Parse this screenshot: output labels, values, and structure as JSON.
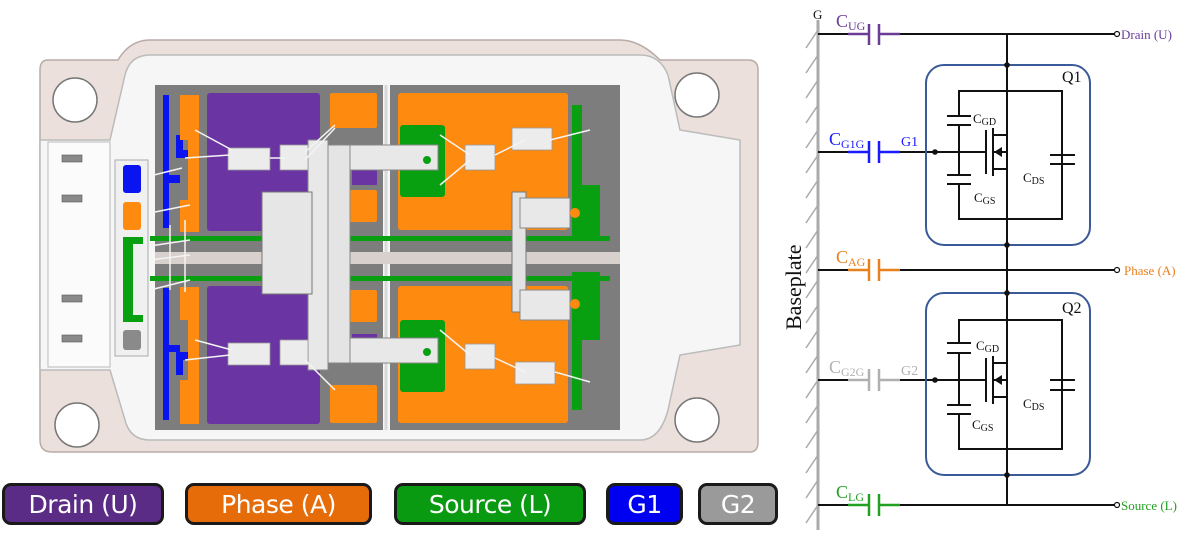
{
  "legend": [
    {
      "label": "Drain (U)",
      "color": "#5b2c86"
    },
    {
      "label": "Phase (A)",
      "color": "#e66c0a"
    },
    {
      "label": "Source (L)",
      "color": "#0a9a12"
    },
    {
      "label": "G1",
      "color": "#0000f0"
    },
    {
      "label": "G2",
      "color": "#9a9a9a"
    }
  ],
  "module": {
    "colors": {
      "housing": "#ebe0dc",
      "frame": "#f4f4f4",
      "substrate": "#7d7d7d",
      "drain": "#6a35a2",
      "phase": "#ff8a10",
      "source": "#08a010",
      "g1": "#0a14f0",
      "g2": "#8a8a8a",
      "busbar": "#e6e6e6"
    }
  },
  "schematic": {
    "ground_label": "G",
    "baseplate_label": "Baseplate",
    "capacitors": {
      "c_ug": {
        "main": "C",
        "sub": "UG",
        "color": "#6a3c96"
      },
      "c_g1g": {
        "main": "C",
        "sub": "G1G",
        "color": "#1a1aff"
      },
      "c_ag": {
        "main": "C",
        "sub": "AG",
        "color": "#e8801e"
      },
      "c_g2g": {
        "main": "C",
        "sub": "G2G",
        "color": "#b0b0b0"
      },
      "c_lg": {
        "main": "C",
        "sub": "LG",
        "color": "#22a022"
      }
    },
    "gate_labels": {
      "g1": "G1",
      "g2": "G2"
    },
    "terminals": {
      "drain": {
        "label": "Drain (U)",
        "color": "#6a3c96"
      },
      "phase": {
        "label": "Phase (A)",
        "color": "#e8801e"
      },
      "source": {
        "label": "Source (L)",
        "color": "#22a022"
      }
    },
    "transistors": [
      {
        "name": "Q1",
        "cgd": {
          "main": "C",
          "sub": "GD"
        },
        "cgs": {
          "main": "C",
          "sub": "GS"
        },
        "cds": {
          "main": "C",
          "sub": "DS"
        }
      },
      {
        "name": "Q2",
        "cgd": {
          "main": "C",
          "sub": "GD"
        },
        "cgs": {
          "main": "C",
          "sub": "GS"
        },
        "cds": {
          "main": "C",
          "sub": "DS"
        }
      }
    ],
    "box_color": "#3a5a9a"
  }
}
